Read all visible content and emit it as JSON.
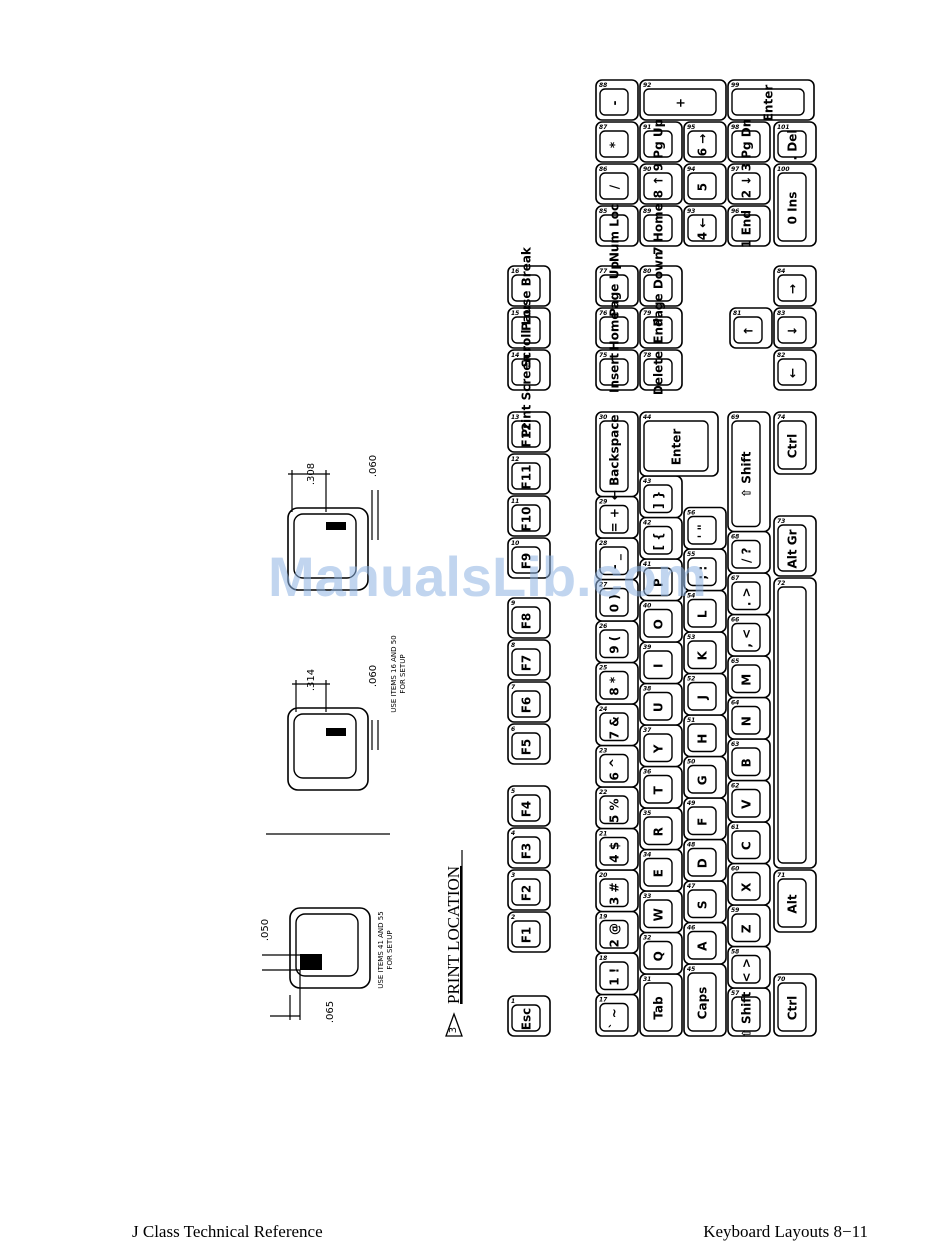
{
  "watermark": "ManualsLib.com",
  "footer": {
    "left": "J Class Technical Reference",
    "right": "Keyboard Layouts    8−11"
  },
  "print_location": {
    "title": "PRINT LOCATION",
    "note_number": "3",
    "detail_a": {
      "dims": [
        ".050",
        ".065"
      ],
      "note": [
        "USE ITEMS 41 AND 55",
        "FOR SETUP"
      ]
    },
    "detail_b": {
      "dims": [
        ".314",
        ".060"
      ],
      "note": [
        "USE ITEMS 16 AND 50",
        "FOR SETUP"
      ]
    },
    "detail_c": {
      "dims": [
        ".308",
        ".060"
      ]
    }
  },
  "keyboard": {
    "function_row": [
      "Esc",
      "F1",
      "F2",
      "F3",
      "F4",
      "F5",
      "F6",
      "F7",
      "F8",
      "F9",
      "F10",
      "F11",
      "F12"
    ],
    "system_keys": [
      "Print Screen SysRq",
      "Scroll Lock",
      "Pause Break"
    ],
    "number_row": [
      "` ~",
      "1 !",
      "2 @",
      "3 #",
      "4 $",
      "5 %",
      "6 ^",
      "7 &",
      "8 *",
      "9 (",
      "0 )",
      "- _",
      "= +",
      "← Backspace"
    ],
    "qwerty_row": [
      "Tab",
      "Q",
      "W",
      "E",
      "R",
      "T",
      "Y",
      "U",
      "I",
      "O",
      "P",
      "[ {",
      "] }",
      "Enter"
    ],
    "home_row": [
      "Caps",
      "A",
      "S",
      "D",
      "F",
      "G",
      "H",
      "J",
      "K",
      "L",
      "; :",
      "' \""
    ],
    "shift_row": [
      "⇧ Shift",
      "< >",
      "Z",
      "X",
      "C",
      "V",
      "B",
      "N",
      "M",
      ", <",
      ". >",
      "/ ?",
      "⇧ Shift"
    ],
    "bottom_row": [
      "Ctrl",
      "Alt",
      "",
      "Alt Gr",
      "Ctrl"
    ],
    "edit_keys": [
      "Insert",
      "Home",
      "Page Up",
      "Delete",
      "End",
      "Page Down"
    ],
    "arrow_keys": [
      "↑",
      "←",
      "↓",
      "→"
    ],
    "numpad": [
      "Num Lock",
      "/",
      "*",
      "-",
      "7 Home",
      "8 ↑",
      "9 Pg Up",
      "+",
      "4 ←",
      "5",
      "6 →",
      "1 End",
      "2 ↓",
      "3 Pg Dn",
      "Enter",
      "0 Ins",
      ". Del"
    ]
  }
}
